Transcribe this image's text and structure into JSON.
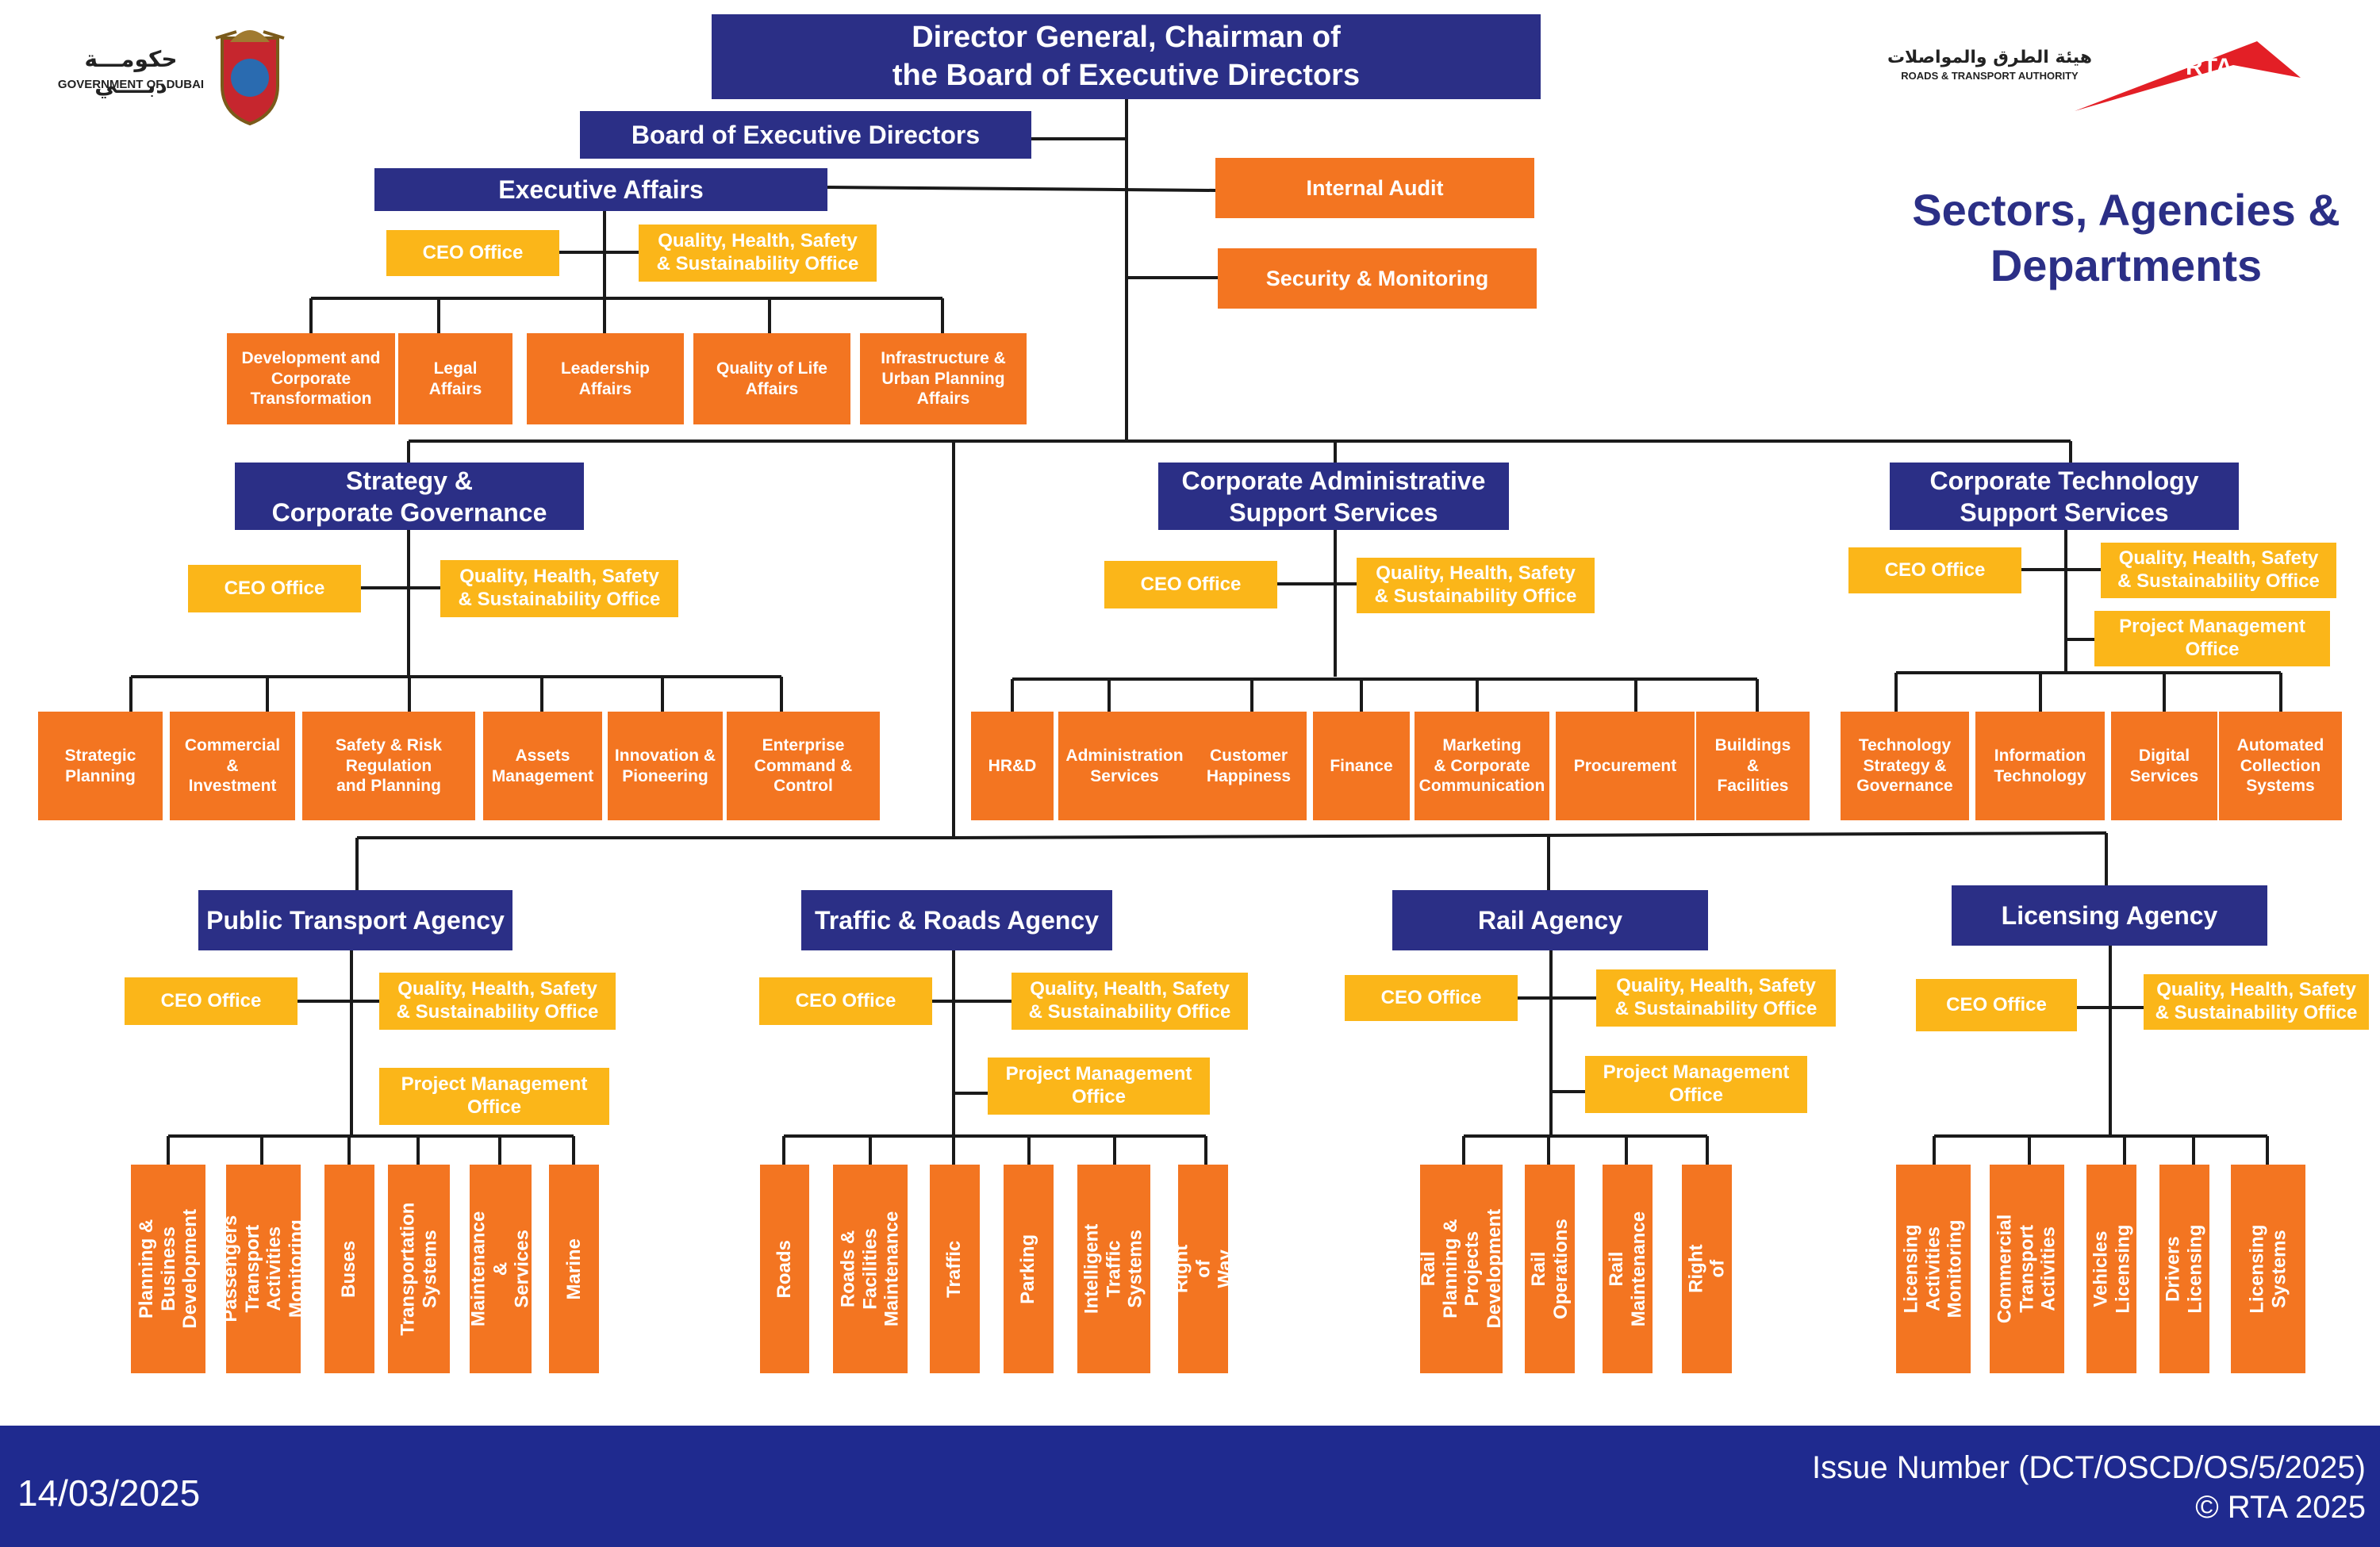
{
  "header": {
    "gov_arabic": "حكومـــة دبــــي",
    "gov_english": "GOVERNMENT OF DUBAI",
    "rta_arabic": "هيئة الطرق والمواصلات",
    "rta_english": "ROADS & TRANSPORT AUTHORITY",
    "rta_mark": "RTA"
  },
  "page_title": "Sectors, Agencies &\nDepartments",
  "top": {
    "director": "Director General, Chairman of\nthe Board of Executive Directors",
    "board": "Board of Executive Directors",
    "internal_audit": "Internal Audit",
    "security": "Security & Monitoring"
  },
  "executive": {
    "title": "Executive Affairs",
    "ceo": "CEO Office",
    "qhss": "Quality, Health, Safety\n& Sustainability Office",
    "depts": [
      "Development and\nCorporate\nTransformation",
      "Legal\nAffairs",
      "Leadership\nAffairs",
      "Quality of Life\nAffairs",
      "Infrastructure &\nUrban Planning\nAffairs"
    ]
  },
  "strategy": {
    "title": "Strategy &\nCorporate Governance",
    "ceo": "CEO Office",
    "qhss": "Quality, Health, Safety\n& Sustainability Office",
    "depts": [
      "Strategic\nPlanning",
      "Commercial\n&\nInvestment",
      "Safety & Risk\nRegulation\nand Planning",
      "Assets\nManagement",
      "Innovation &\nPioneering",
      "Enterprise\nCommand &\nControl"
    ]
  },
  "admin": {
    "title": "Corporate Administrative\nSupport Services",
    "ceo": "CEO Office",
    "qhss": "Quality, Health, Safety\n& Sustainability Office",
    "depts": [
      "HR&D",
      "Administration\nServices",
      "Customer\nHappiness",
      "Finance",
      "Marketing\n& Corporate\nCommunication",
      "Procurement",
      "Buildings\n&\nFacilities"
    ]
  },
  "tech": {
    "title": "Corporate Technology\nSupport Services",
    "ceo": "CEO Office",
    "qhss": "Quality, Health, Safety\n& Sustainability Office",
    "pmo": "Project Management\nOffice",
    "depts": [
      "Technology\nStrategy &\nGovernance",
      "Information\nTechnology",
      "Digital\nServices",
      "Automated\nCollection\nSystems"
    ]
  },
  "public_transport": {
    "title": "Public Transport Agency",
    "ceo": "CEO Office",
    "qhss": "Quality, Health, Safety\n& Sustainability Office",
    "pmo": "Project Management\nOffice",
    "depts": [
      "Planning & Business\nDevelopment",
      "Passengers\nTransport Activities\nMonitoring",
      "Buses",
      "Transportation\nSystems",
      "Maintenance &\nServices",
      "Marine"
    ]
  },
  "traffic": {
    "title": "Traffic & Roads Agency",
    "ceo": "CEO Office",
    "qhss": "Quality, Health, Safety\n& Sustainability Office",
    "pmo": "Project Management\nOffice",
    "depts": [
      "Roads",
      "Roads & Facilities\nMaintenance",
      "Traffic",
      "Parking",
      "Intelligent Traffic\nSystems",
      "Right of Way"
    ]
  },
  "rail": {
    "title": "Rail Agency",
    "ceo": "CEO Office",
    "qhss": "Quality, Health, Safety\n& Sustainability Office",
    "pmo": "Project Management\nOffice",
    "depts": [
      "Rail Planning &\nProjects\nDevelopment",
      "Rail Operations",
      "Rail Maintenance",
      "Rail Right of Way"
    ]
  },
  "licensing": {
    "title": "Licensing Agency",
    "ceo": "CEO Office",
    "qhss": "Quality, Health, Safety\n& Sustainability Office",
    "depts": [
      "Licensing Activities\nMonitoring",
      "Commercial\nTransport Activities",
      "Vehicles Licensing",
      "Drivers Licensing",
      "Licensing Systems"
    ]
  },
  "footer": {
    "date": "14/03/2025",
    "issue": "Issue Number (DCT/OSCD/OS/5/2025)",
    "copyright": "© RTA 2025"
  },
  "colors": {
    "navy": "#2b2f86",
    "orange": "#f37521",
    "yellow": "#fbb619",
    "footer": "#1f2a8f"
  }
}
